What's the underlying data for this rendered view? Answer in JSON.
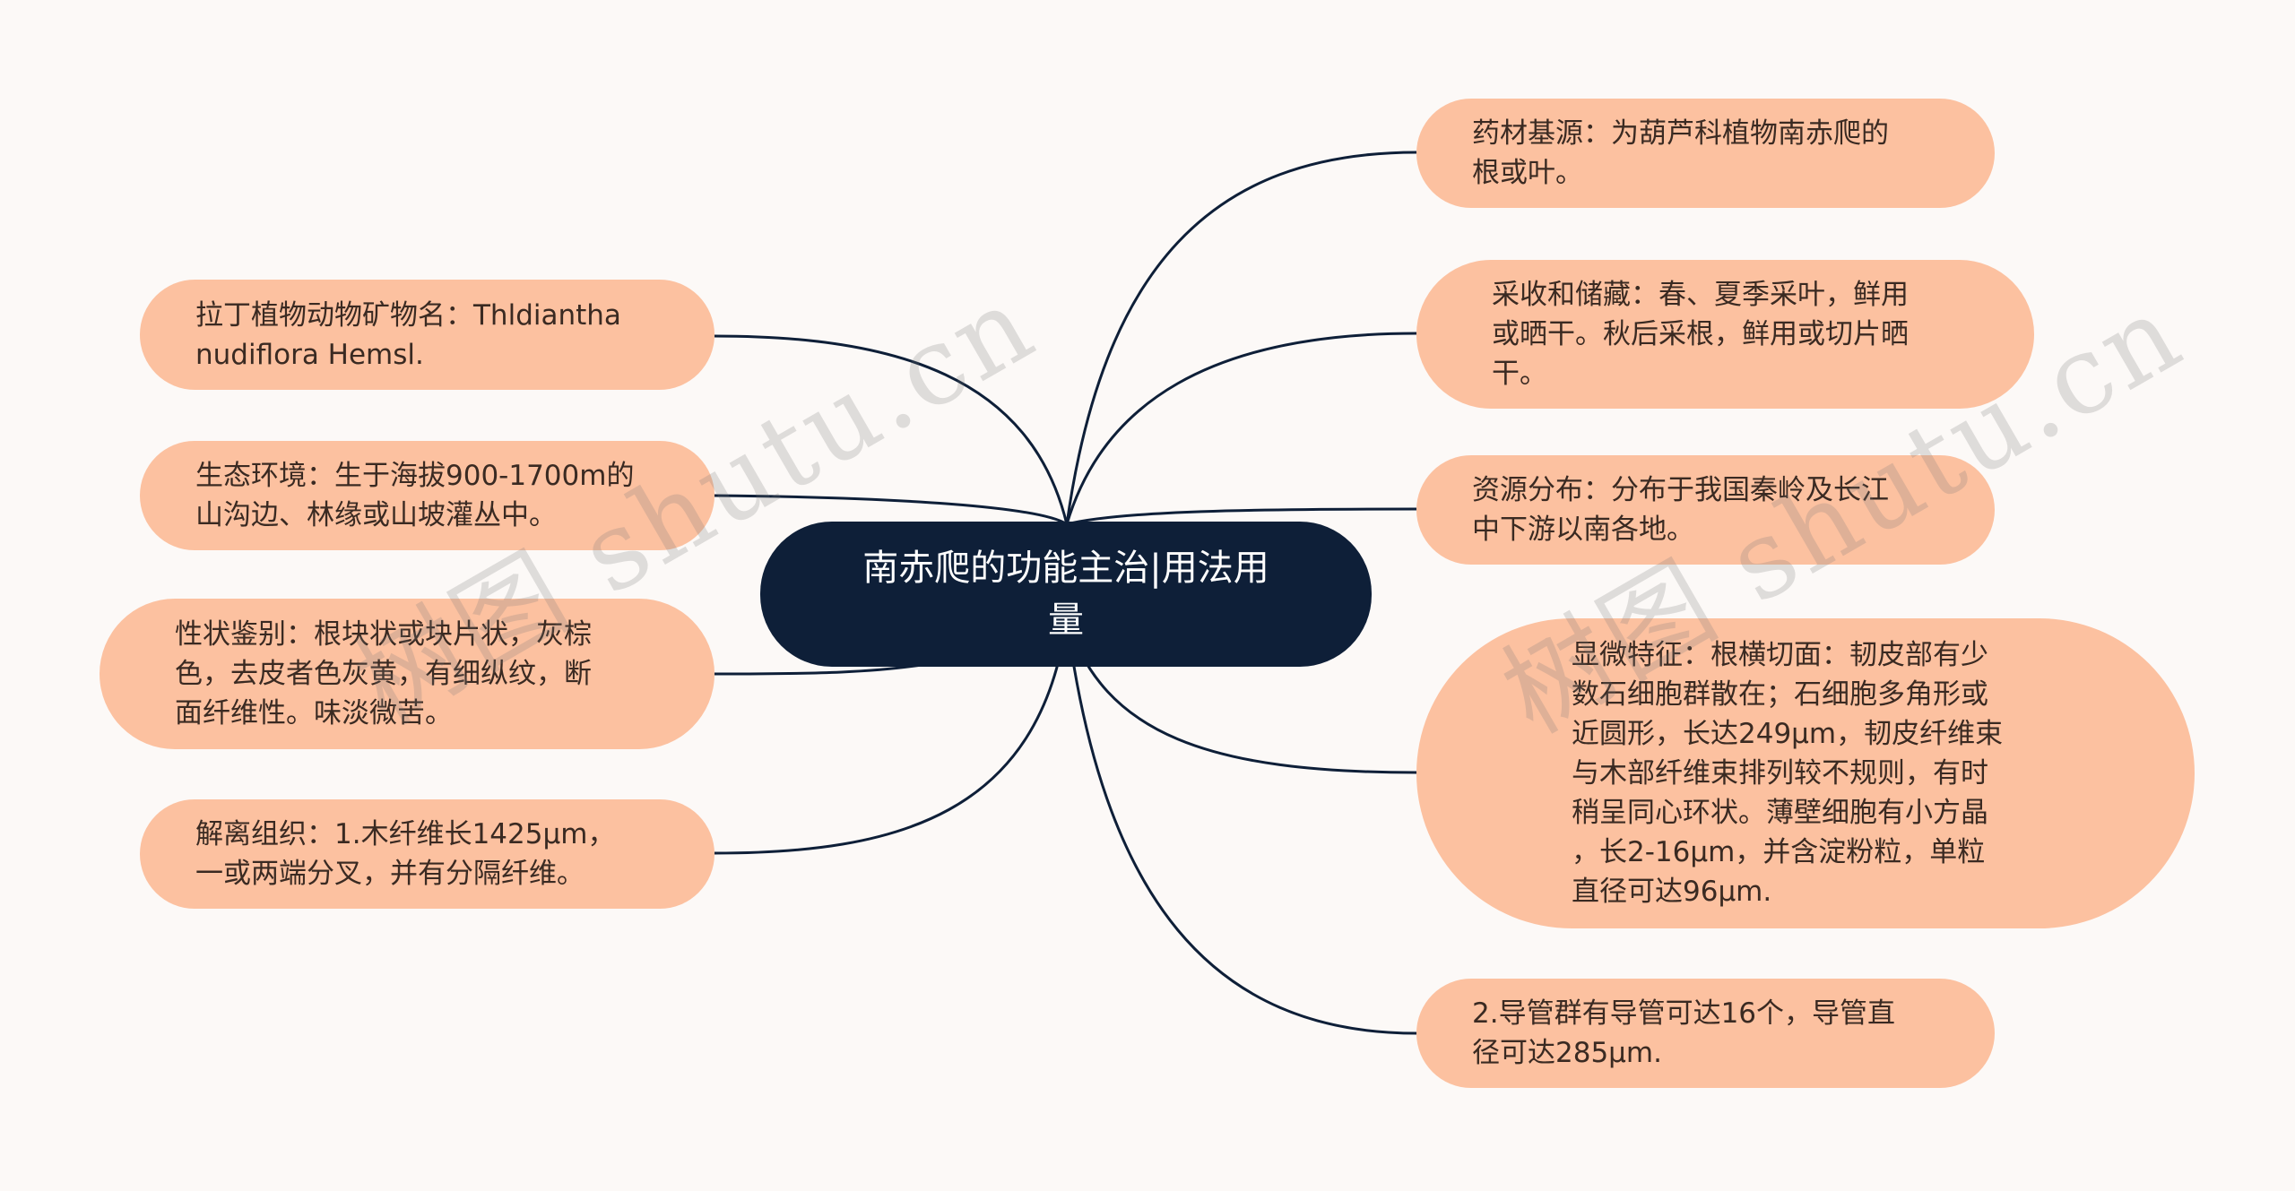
{
  "root": {
    "text": "南赤爬的功能主治|用法用\n量"
  },
  "left_nodes": [
    {
      "text": "拉丁植物动物矿物名：Thldiantha\nnudiflora Hemsl."
    },
    {
      "text": "生态环境：生于海拔900-1700m的\n山沟边、林缘或山坡灌丛中。"
    },
    {
      "text": "性状鉴别：根块状或块片状，灰棕\n色，去皮者色灰黄，有细纵纹，断\n面纤维性。味淡微苦。"
    },
    {
      "text": "解离组织：1.木纤维长1425μm，\n一或两端分叉，并有分隔纤维。"
    }
  ],
  "right_nodes": [
    {
      "text": "药材基源：为葫芦科植物南赤爬的\n根或叶。"
    },
    {
      "text": "采收和储藏：春、夏季采叶，鲜用\n或晒干。秋后采根，鲜用或切片晒\n干。"
    },
    {
      "text": "资源分布：分布于我国秦岭及长江\n中下游以南各地。"
    },
    {
      "text": "显微特征：根横切面：韧皮部有少\n数石细胞群散在；石细胞多角形或\n近圆形，长达249μm，韧皮纤维束\n与木部纤维束排列较不规则，有时\n稍呈同心环状。薄壁细胞有小方晶\n，长2-16μm，并含淀粉粒，单粒\n直径可达96μm."
    },
    {
      "text": "2.导管群有导管可达16个，导管直\n径可达285μm."
    }
  ],
  "watermark": {
    "text": "树图 shutu.cn"
  },
  "colors": {
    "background": "#fcf9f7",
    "root_fill": "#0e1f38",
    "node_fill": "#fcc1a0",
    "link_stroke": "#0e1f38"
  }
}
